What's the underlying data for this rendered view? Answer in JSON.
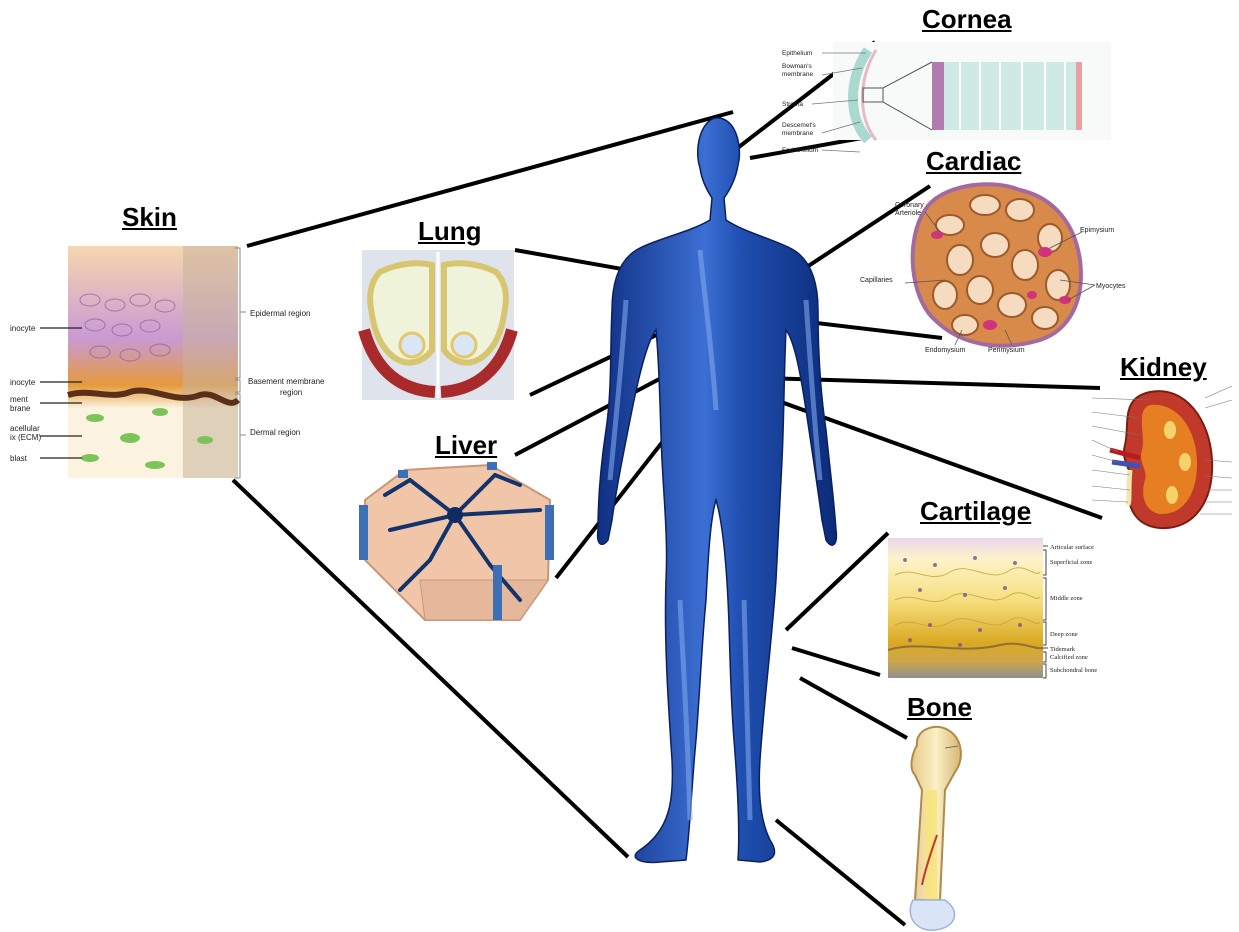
{
  "titles": {
    "cornea": "Cornea",
    "cardiac": "Cardiac",
    "skin": "Skin",
    "lung": "Lung",
    "liver": "Liver",
    "kidney": "Kidney",
    "cartilage": "Cartilage",
    "bone": "Bone"
  },
  "cornea_labels": {
    "epithelium": "Epithelium",
    "bowmans_1": "Bowman's",
    "bowmans_2": "membrane",
    "stroma": "Stroma",
    "descemets_1": "Descemet's",
    "descemets_2": "membrane",
    "endothelium": "Endothelium"
  },
  "cardiac_labels": {
    "coronary_1": "Coronary",
    "coronary_2": "Arteriole",
    "epimysium": "Epimysium",
    "capillaries": "Capillaries",
    "myocytes": "Myocytes",
    "endomysium": "Endomysium",
    "perimysium": "Perimysium"
  },
  "skin_labels": {
    "left_1": "inocyte",
    "left_2": "inocyte",
    "left_3a": "ment",
    "left_3b": "brane",
    "left_4a": "acellular",
    "left_4b": "ix (ECM)",
    "left_5": "blast",
    "epidermal": "Epidermal region",
    "basement_1": "Basement membrane",
    "basement_2": "region",
    "dermal": "Dermal region"
  },
  "cartilage_labels": {
    "articular": "Articular surface",
    "superficial": "Superficial zone",
    "middle": "Middle zone",
    "deep": "Deep zone",
    "tidemark": "Tidemark",
    "calcified": "Calcified zone",
    "subchondral": "Subchondral bone"
  },
  "colors": {
    "body": "#1f4fb0",
    "body_highlight": "#6f9ae8",
    "lines": "#000000"
  }
}
